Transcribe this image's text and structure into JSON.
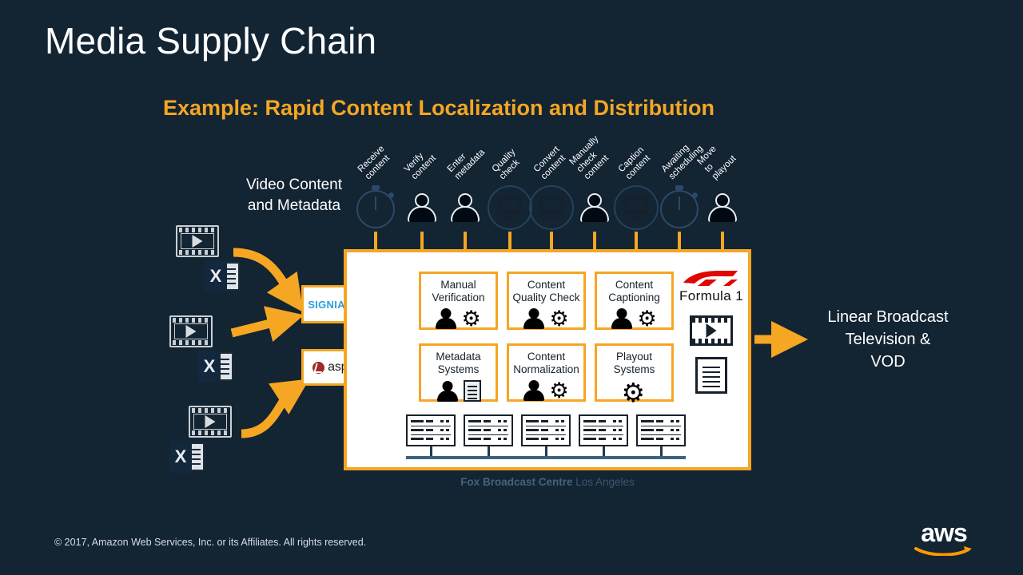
{
  "slide": {
    "title": "Media Supply Chain",
    "subtitle": "Example: Rapid Content Localization and Distribution",
    "background_color": "#132433",
    "accent_color": "#f5a623"
  },
  "input": {
    "caption_line1": "Video Content",
    "caption_line2": "and Metadata",
    "asset_icons": [
      "filmstrip-icon",
      "excel-file-icon"
    ],
    "excel_letter": "X",
    "asset_count": 3
  },
  "transfer": {
    "items": [
      {
        "name": "signiant",
        "label": "SIGNIANT"
      },
      {
        "name": "aspera",
        "label": "aspera"
      }
    ]
  },
  "timeline": {
    "steps": [
      {
        "label": "Receive content",
        "icon": "stopwatch-icon"
      },
      {
        "label": "Verify content",
        "icon": "person-icon"
      },
      {
        "label": "Enter metadata",
        "icon": "person-icon"
      },
      {
        "label": "Quality check",
        "icon": "monitor-icon"
      },
      {
        "label": "Convert content",
        "icon": "monitor-icon"
      },
      {
        "label": "Manually check\ncontent",
        "icon": "person-icon"
      },
      {
        "label": "Caption content",
        "icon": "monitor-icon"
      },
      {
        "label": "Awaiting\nscheduling",
        "icon": "stopwatch-icon"
      },
      {
        "label": "Move to playout",
        "icon": "person-icon"
      }
    ]
  },
  "facility": {
    "caption_bold": "Fox Broadcast Centre",
    "caption_regular": " Los Angeles",
    "process_boxes": [
      {
        "label": "Manual\nVerification",
        "icons": [
          "person-icon",
          "gear-icon"
        ]
      },
      {
        "label": "Content\nQuality Check",
        "icons": [
          "person-icon",
          "gear-icon"
        ]
      },
      {
        "label": "Content\nCaptioning",
        "icons": [
          "person-icon",
          "gear-icon"
        ]
      },
      {
        "label": "Metadata\nSystems",
        "icons": [
          "person-icon",
          "document-icon"
        ]
      },
      {
        "label": "Content\nNormalization",
        "icons": [
          "person-icon",
          "gear-icon"
        ]
      },
      {
        "label": "Playout\nSystems",
        "icons": [
          "gear-icon"
        ]
      }
    ],
    "brand": {
      "name": "Formula 1",
      "mark_color": "#e10600",
      "output_icons": [
        "filmstrip-icon",
        "document-icon"
      ]
    },
    "rack_count": 5
  },
  "output": {
    "line1": "Linear Broadcast",
    "line2": "Television  &",
    "line3": "VOD"
  },
  "footer": {
    "copyright": "© 2017,  Amazon Web Services, Inc. or its Affiliates. All rights reserved.",
    "logo_text": "aws",
    "logo_accent": "#ff9900"
  }
}
